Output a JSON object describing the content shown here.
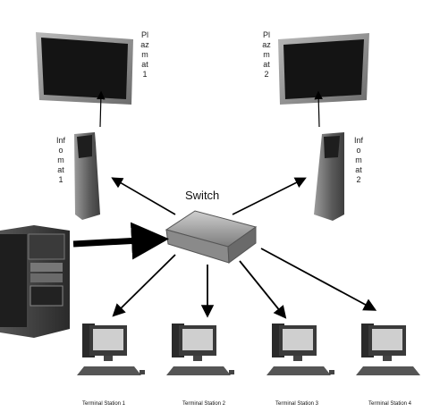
{
  "labels": {
    "switch": "Switch",
    "plazmat1": "Plazmat1",
    "plazmat2": "Plazmat2",
    "infomat1": "Infomat1",
    "infomat2": "Infomat2"
  },
  "terminals": [
    {
      "label": "Terminal Station 1"
    },
    {
      "label": "Terminal Station 2"
    },
    {
      "label": "Terminal Station 3"
    },
    {
      "label": "Terminal Station 4"
    }
  ],
  "colors": {
    "screen": "#141414",
    "frame": "#8a8a8a",
    "kiosk": "#6e6e6e",
    "arrow": "#000000",
    "switch_body": "#9a9a9a"
  }
}
